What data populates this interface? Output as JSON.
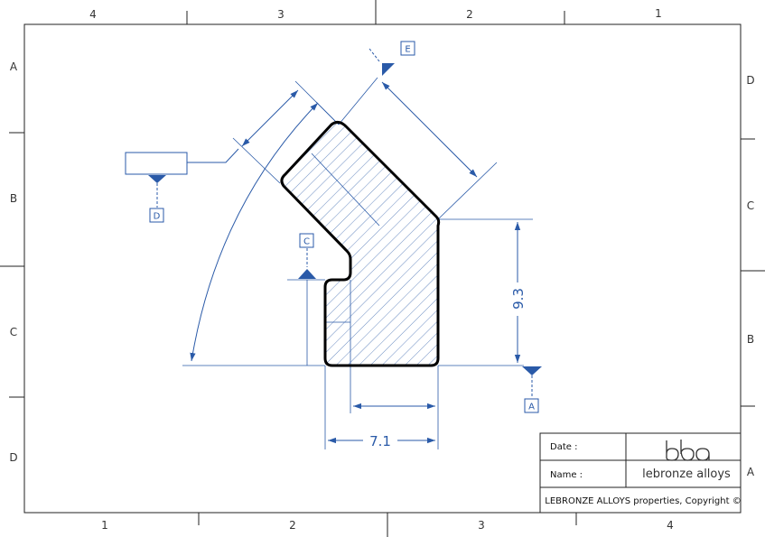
{
  "border": {
    "top_labels": [
      "4",
      "3",
      "2",
      "1"
    ],
    "bottom_labels": [
      "1",
      "2",
      "3",
      "4"
    ],
    "left_labels": [
      "A",
      "B",
      "C",
      "D"
    ],
    "right_labels": [
      "D",
      "C",
      "B",
      "A"
    ]
  },
  "dimensions": {
    "height": "9.3",
    "width": "7.1"
  },
  "datums": [
    "E",
    "D",
    "C",
    "A"
  ],
  "title_block": {
    "date_label": "Date :",
    "name_label": "Name :",
    "company_name": "lebronze alloys",
    "copyright": "LEBRONZE ALLOYS properties, Copyright ©"
  },
  "colors": {
    "dimension_blue": "#2a5aa8",
    "outline": "#000000",
    "frame": "#222222"
  }
}
